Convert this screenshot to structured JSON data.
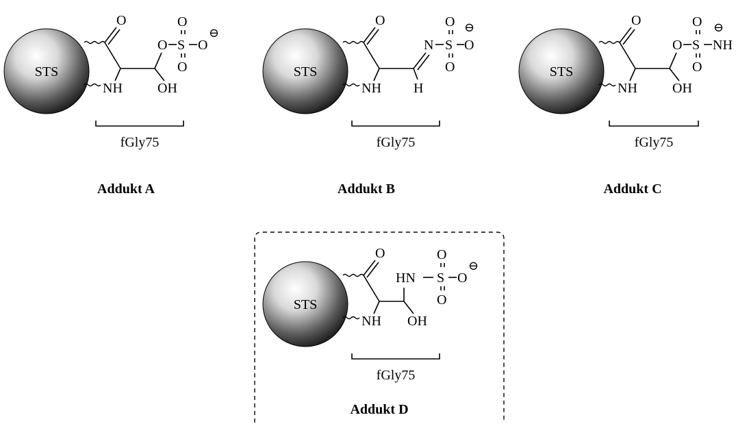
{
  "sphere_label": "STS",
  "bracket_label": "fGly75",
  "adducts": [
    {
      "name": "Addukt A",
      "variant": "ester"
    },
    {
      "name": "Addukt B",
      "variant": "imine"
    },
    {
      "name": "Addukt C",
      "variant": "sulfamate"
    },
    {
      "name": "Addukt D",
      "variant": "amine"
    }
  ],
  "atoms": {
    "O": "O",
    "S": "S",
    "N": "N",
    "H": "H",
    "NH": "NH",
    "OH": "OH",
    "HN": "HN",
    "minus": "⊖"
  },
  "highlight": {
    "adduct": "Addukt D",
    "frame": "dashed"
  }
}
